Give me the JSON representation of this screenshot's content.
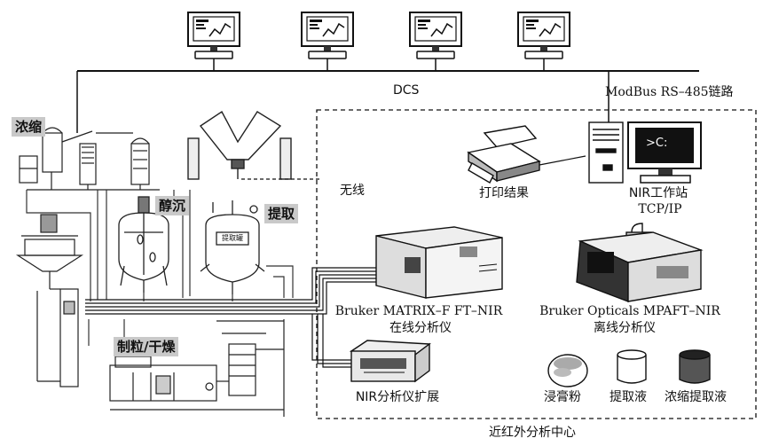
{
  "network": {
    "dcs_label": "DCS",
    "modbus_label": "ModBus RS–485链路"
  },
  "wireless_label": "无线",
  "print_label": "打印结果",
  "workstation": {
    "title": "NIR工作站",
    "protocol": "TCP/IP",
    "screen_prompt": ">C:"
  },
  "process_units": {
    "concentrate": "浓缩",
    "alcohol_precip": "醇沉",
    "extract": "提取",
    "granulate_dry": "制粒/干燥"
  },
  "tank_plate_text": "提取罐",
  "online_nir": {
    "line1": "Bruker MATRIX–F FT–NIR",
    "line2": "在线分析仪"
  },
  "offline_nir": {
    "line1": "Bruker Opticals MPAFT–NIR",
    "line2": "离线分析仪"
  },
  "nir_extension": "NIR分析仪扩展",
  "samples": {
    "a": "浸膏粉",
    "b": "提取液",
    "c": "浓缩提取液"
  },
  "center_label": "近红外分析中心"
}
